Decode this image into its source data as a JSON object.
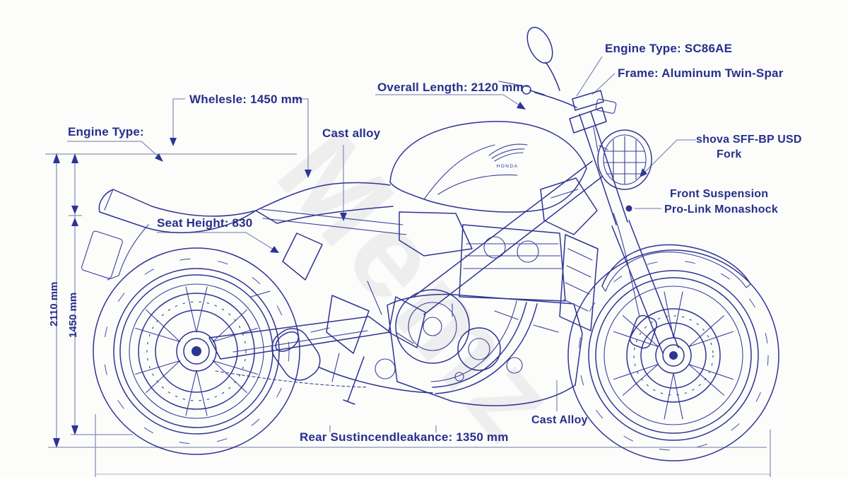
{
  "specs": {
    "engine_type_top": "Engine Type: SC86AE",
    "frame": "Frame: Aluminum Twin-Spar",
    "overall_length": "Overall Length: 2120 mm",
    "wheelbase": "Whelesle: 1450 mm",
    "engine_type_left": "Engine Type:",
    "cast_alloy_mid": "Cast alloy",
    "fork_line1": "shova SFF-BP USD",
    "fork_line2": "Fork",
    "front_suspension_line1": "Front Suspension",
    "front_suspension_line2": "Pro-Link Monashock",
    "seat_height": "Seat Height: 830",
    "overall_height": "2110 mm",
    "inner_height": "1450 mm",
    "rear_dimension": "Rear Sustincendleakance: 1350 mm",
    "cast_alloy_bottom": "Cast Alloy"
  },
  "branding": {
    "tank_logo": "HONDA",
    "watermark": "Memz"
  },
  "colors": {
    "line": "#2e3492",
    "label": "#272f8a",
    "dim": "#8b91b8",
    "background": "#fcfcfb"
  }
}
